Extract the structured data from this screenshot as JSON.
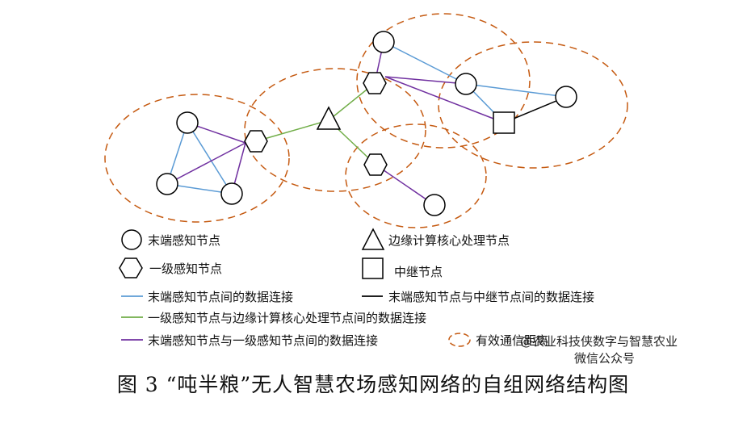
{
  "legend": {
    "terminal_node": "末端感知节点",
    "edge_node": "边缘计算核心处理节点",
    "primary_node": "一级感知节点",
    "relay_node": "中继节点",
    "terminal_terminal_link": "末端感知节点间的数据连接",
    "terminal_relay_link": "末端感知节点与中继节点间的数据连接",
    "primary_edge_link": "一级感知节点与边缘计算核心处理节点间的数据连接",
    "terminal_primary_link": "末端感知节点与一级感知节点间的数据连接",
    "range": "有效通信距离"
  },
  "colors": {
    "terminal_terminal_link": "#5b9bd5",
    "terminal_relay_link": "#000000",
    "primary_edge_link": "#70ad47",
    "terminal_primary_link": "#7030a0",
    "range": "#c55a11"
  },
  "watermark": {
    "line1": "@农业科技侠数字与智慧农业",
    "line2": "微信公众号"
  },
  "caption": "图 3 “吨半粮”无人智慧农场感知网络的自组网络结构图"
}
